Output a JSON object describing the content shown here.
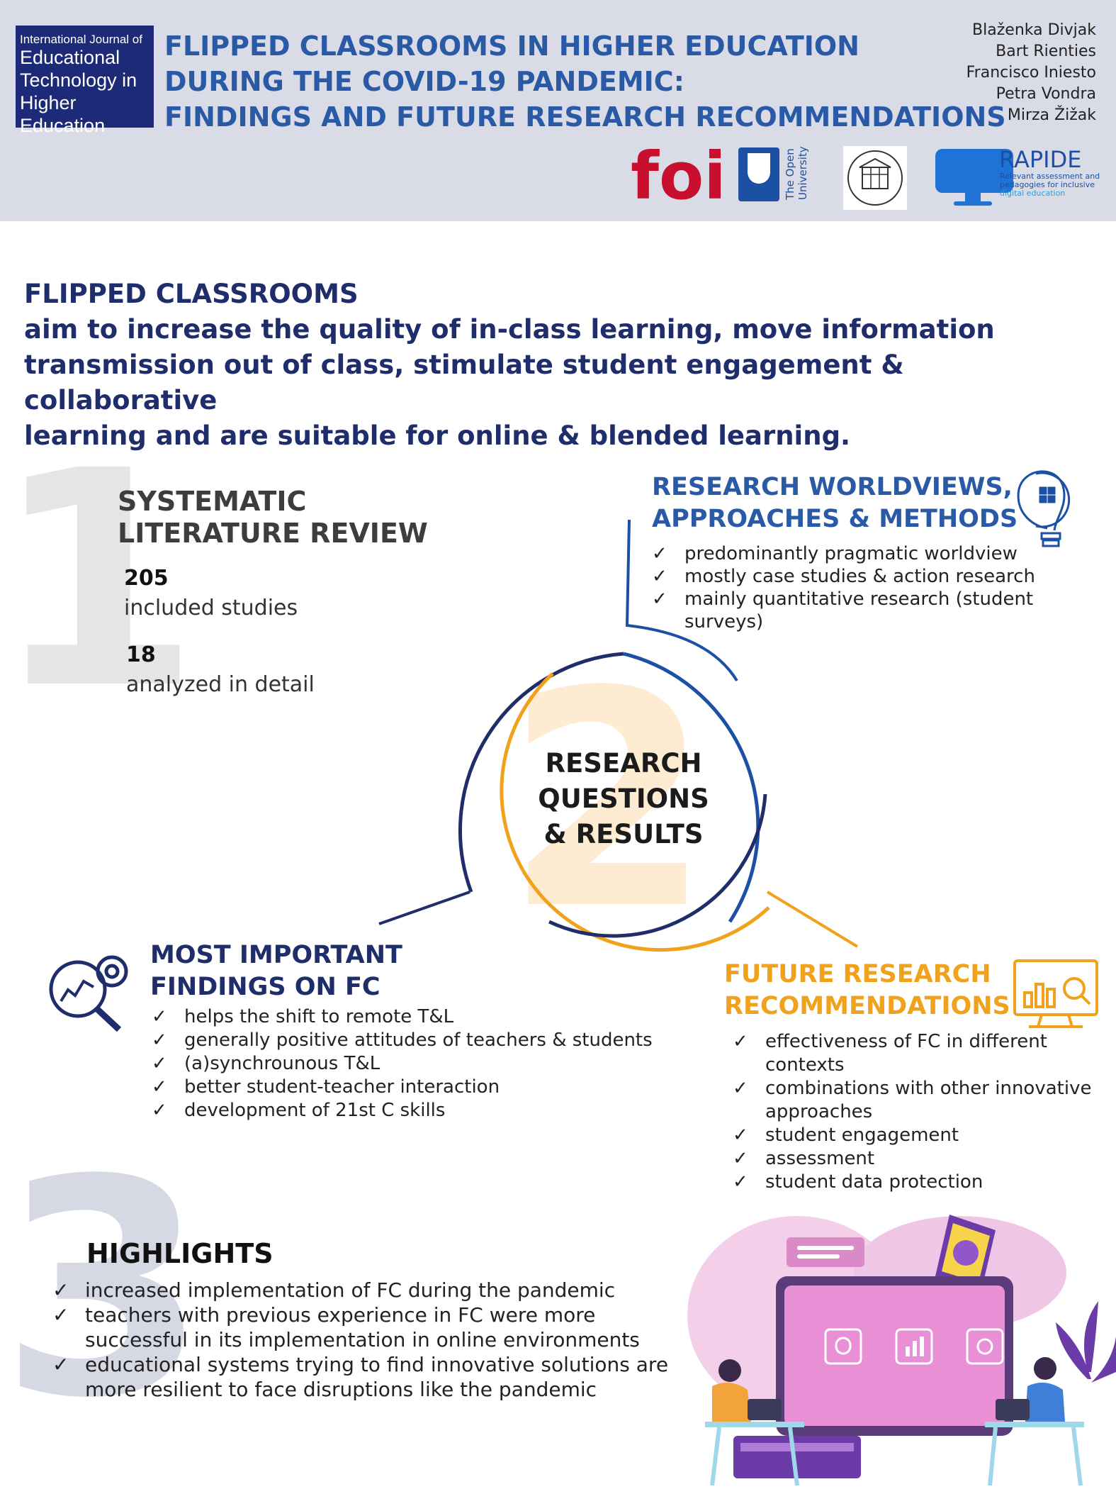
{
  "header": {
    "journal_logo": {
      "line1": "International Journal of",
      "line2": "Educational",
      "line3": "Technology in",
      "line4": "Higher Education"
    },
    "title_lines": [
      "FLIPPED CLASSROOMS IN HIGHER EDUCATION",
      "DURING THE COVID-19 PANDEMIC:",
      "FINDINGS AND FUTURE RESEARCH RECOMMENDATIONS"
    ],
    "authors": [
      "Blaženka Divjak",
      "Bart Rienties",
      "Francisco Iniesto",
      "Petra Vondra",
      "Mirza Žižak"
    ],
    "logos": {
      "foi": "foi",
      "open_university_line1": "The Open",
      "open_university_line2": "University",
      "rapide_name": "RAPIDE",
      "rapide_tagline1": "Relevant assessment and",
      "rapide_tagline2": "pedagogies for inclusive",
      "rapide_tagline3": "digital education"
    },
    "colors": {
      "bg": "#d9dce6",
      "title": "#2a59a6",
      "journal": "#1c2a78",
      "foi": "#c8102e"
    }
  },
  "intro": {
    "lines": [
      "FLIPPED CLASSROOMS",
      "aim to increase the quality of in-class learning, move information",
      "transmission out of class, stimulate student engagement & collaborative",
      "learning and are suitable for online & blended learning."
    ]
  },
  "section1": {
    "number": "1",
    "title_lines": [
      "SYSTEMATIC",
      "LITERATURE REVIEW"
    ],
    "stats": [
      {
        "value": "205",
        "label": "included studies"
      },
      {
        "value": "18",
        "label": "analyzed in detail"
      }
    ]
  },
  "worldviews": {
    "title_lines": [
      "RESEARCH WORLDVIEWS,",
      "APPROACHES & METHODS"
    ],
    "icon": "lightbulb-icon",
    "items": [
      "predominantly pragmatic worldview",
      "mostly case studies & action research",
      "mainly quantitative research (student surveys)"
    ]
  },
  "center": {
    "number": "2",
    "label_lines": [
      "RESEARCH",
      "QUESTIONS",
      "& RESULTS"
    ]
  },
  "findings": {
    "title_lines": [
      "MOST IMPORTANT",
      "FINDINGS ON FC"
    ],
    "icon": "magnifier-gear-icon",
    "items": [
      "helps the shift to remote T&L",
      "generally positive attitudes of teachers & students",
      "(a)synchrounous T&L",
      "better student-teacher interaction",
      "development of 21st C skills"
    ]
  },
  "future": {
    "title_lines": [
      "FUTURE RESEARCH",
      "RECOMMENDATIONS"
    ],
    "icon": "analytics-monitor-icon",
    "items": [
      "effectiveness of FC in different contexts",
      "combinations with other innovative approaches",
      "student engagement",
      "assessment",
      "student data protection"
    ]
  },
  "highlights": {
    "number": "3",
    "title": "HIGHLIGHTS",
    "items": [
      "increased implementation of FC during the pandemic",
      "teachers with previous experience in FC were more successful in its implementation in online environments",
      "educational systems trying to find innovative solutions are more resilient to face disruptions like the pandemic"
    ]
  },
  "check_mark": "✓"
}
